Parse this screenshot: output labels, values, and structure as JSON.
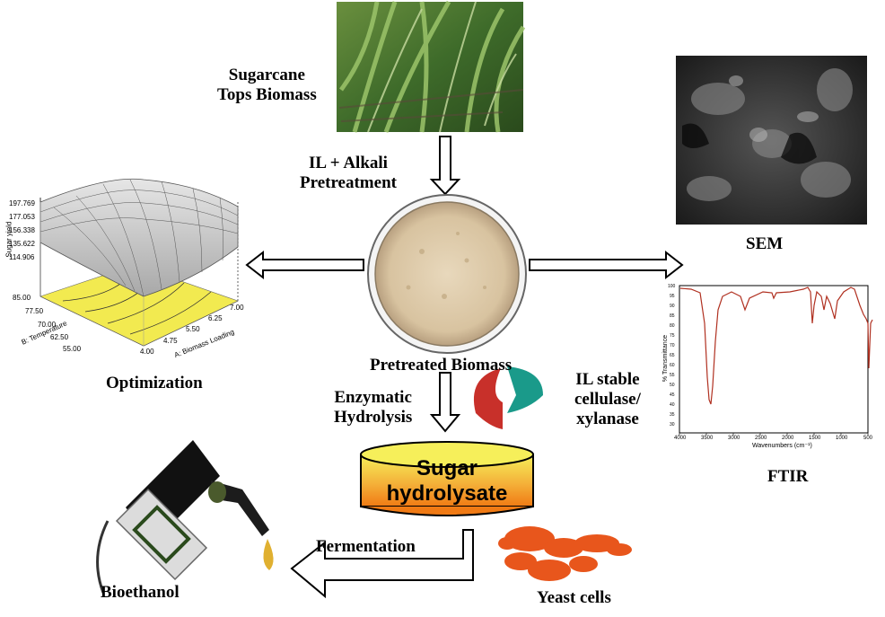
{
  "labels": {
    "sugarcane_line1": "Sugarcane",
    "sugarcane_line2": "Tops Biomass",
    "pretreatment_line1": "IL + Alkali",
    "pretreatment_line2": "Pretreatment",
    "pretreated": "Pretreated Biomass",
    "optimization": "Optimization",
    "sem": "SEM",
    "ftir": "FTIR",
    "enzymatic_line1": "Enzymatic",
    "enzymatic_line2": "Hydrolysis",
    "il_stable_line1": "IL stable",
    "il_stable_line2": "cellulase/",
    "il_stable_line3": "xylanase",
    "sugar_line1": "Sugar",
    "sugar_line2": "hydrolysate",
    "fermentation": "Fermentation",
    "bioethanol": "Bioethanol",
    "yeast": "Yeast cells"
  },
  "surface_plot": {
    "z_title": "Sugar yield",
    "z_ticks": [
      "197.769",
      "177.053",
      "156.338",
      "135.622",
      "114.906"
    ],
    "y_axis_label": "B: Temperature",
    "y_ticks": [
      "85.00",
      "77.50",
      "70.00",
      "62.50",
      "55.00"
    ],
    "x_axis_label": "A: Biomass Loading",
    "x_ticks": [
      "4.00",
      "4.75",
      "5.50",
      "6.25",
      "7.00"
    ]
  },
  "ftir_plot": {
    "y_label": "% Transmittance",
    "x_label": "Wavenumbers (cm⁻¹)",
    "x_ticks": [
      "4000",
      "3500",
      "3000",
      "2500",
      "2000",
      "1500",
      "1000",
      "500"
    ],
    "y_ticks": [
      "100",
      "95",
      "90",
      "85",
      "80",
      "75",
      "70",
      "65",
      "60",
      "55",
      "50",
      "45",
      "40",
      "35",
      "30"
    ]
  },
  "colors": {
    "sugar_top": "#f6ef5a",
    "sugar_bottom": "#f07a14",
    "yeast": "#e8561c",
    "spectrum": "#b03020"
  }
}
